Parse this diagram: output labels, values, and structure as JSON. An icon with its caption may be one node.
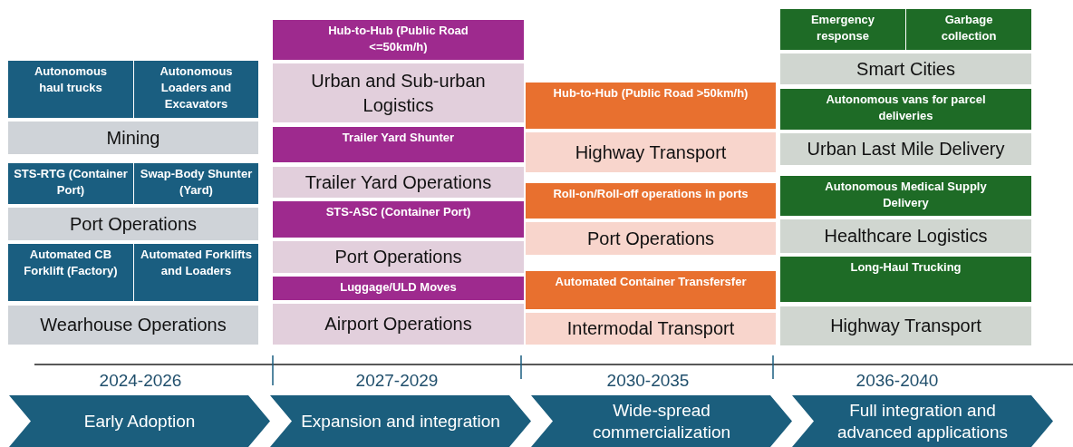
{
  "diagram": {
    "nodes": [
      {
        "text": [
          "Autonomous haul trucks"
        ]
      },
      {
        "text": [
          "Autonomous Loaders and Excavators"
        ]
      },
      {
        "text": [
          "Mining"
        ]
      },
      {
        "text": [
          "STS-RTG (Container Port)"
        ]
      },
      {
        "text": [
          "Swap-Body Shunter (Yard)"
        ]
      },
      {
        "text": [
          "Port Operations"
        ]
      },
      {
        "text": [
          "Automated CB Forklift (Factory)"
        ]
      },
      {
        "text": [
          "Automated Forklifts and Loaders"
        ]
      },
      {
        "text": [
          "Wearhouse Operations"
        ]
      },
      {
        "text": [
          "Hub-to-Hub (Public Road <=50km/h)"
        ]
      },
      {
        "text": [
          "Urban and Sub-urban Logistics"
        ]
      },
      {
        "text": [
          "Trailer Yard Shunter"
        ]
      },
      {
        "text": [
          "Trailer Yard Operations"
        ]
      },
      {
        "text": [
          "STS-ASC (Container Port)"
        ]
      },
      {
        "text": [
          "Port Operations"
        ]
      },
      {
        "text": [
          "Luggage/ULD Moves"
        ]
      },
      {
        "text": [
          "Airport Operations"
        ]
      },
      {
        "text": [
          "Hub-to-Hub (Public Road >50km/h)"
        ]
      },
      {
        "text": [
          "Highway Transport"
        ]
      },
      {
        "text": [
          "Roll-on/Roll-off operations in ports"
        ]
      },
      {
        "text": [
          "Port Operations"
        ]
      },
      {
        "text": [
          "Automated Container Transfersfer"
        ]
      },
      {
        "text": [
          "Intermodal Transport"
        ]
      },
      {
        "text": [
          "Emergency response"
        ]
      },
      {
        "text": [
          "Garbage collection"
        ]
      },
      {
        "text": [
          "Smart Cities"
        ]
      },
      {
        "text": [
          "Autonomous vans for parcel deliveries"
        ]
      },
      {
        "text": [
          "Urban Last Mile Delivery"
        ]
      },
      {
        "text": [
          "Autonomous Medical Supply Delivery"
        ]
      },
      {
        "text": [
          "Healthcare Logistics"
        ]
      },
      {
        "text": [
          "Long-Haul Trucking"
        ]
      },
      {
        "text": [
          "Highway Transport"
        ]
      },
      {
        "text": [
          "Early Adoption"
        ]
      },
      {
        "text": [
          "Expansion and integration"
        ]
      },
      {
        "text": [
          "Wide-spread commercialization"
        ]
      },
      {
        "text": [
          "Full integration and advanced applications"
        ]
      }
    ],
    "labels": [
      "2024-2026",
      "2027-2029",
      "2030-2035",
      "2036-2040"
    ]
  }
}
